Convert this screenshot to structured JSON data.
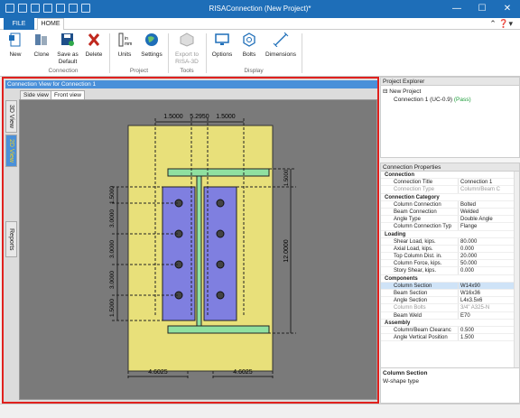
{
  "app": {
    "title": "RISAConnection (New Project)*"
  },
  "window_controls": {
    "minimize": "—",
    "maximize": "☐",
    "close": "✕"
  },
  "ribbon_tabs": {
    "file": "FILE",
    "home": "HOME"
  },
  "ribbon": {
    "new": "New",
    "clone": "Clone",
    "save_default_1": "Save as",
    "save_default_2": "Default",
    "delete": "Delete",
    "units": "Units",
    "settings": "Settings",
    "export_1": "Export to",
    "export_2": "RISA-3D",
    "options": "Options",
    "bolts": "Bolts",
    "dimensions": "Dimensions",
    "group_connection": "Connection",
    "group_project": "Project",
    "group_tools": "Tools",
    "group_display": "Display"
  },
  "view": {
    "title": "Connection View for Connection 1",
    "tab_side": "Side view",
    "tab_front": "Front view",
    "vtab_3d": "3D View",
    "vtab_2d": "2D View",
    "vtab_reports": "Reports",
    "dims": {
      "top_a": "1.5000",
      "top_b": "5.2950",
      "top_c": "1.5000",
      "left_1": "1.5000",
      "left_2": "3.0000",
      "left_3": "3.0000",
      "left_4": "3.0000",
      "left_5": "1.5000",
      "right_total": "12.0000",
      "right_top": "1.5000",
      "bottom_left": "4.6025",
      "bottom_right": "4.6025"
    }
  },
  "explorer": {
    "title": "Project Explorer",
    "root": "New Project",
    "item": "Connection 1 (UC-0.9)",
    "item_status": "(Pass)"
  },
  "properties": {
    "title": "Connection Properties",
    "rows": [
      {
        "type": "sec",
        "k": "Connection",
        "v": ""
      },
      {
        "type": "row",
        "k": "Connection Title",
        "v": "Connection 1"
      },
      {
        "type": "grey",
        "k": "Connection Type",
        "v": "Column/Beam C"
      },
      {
        "type": "sec",
        "k": "Connection Category",
        "v": ""
      },
      {
        "type": "row",
        "k": "Column Connection",
        "v": "Bolted"
      },
      {
        "type": "row",
        "k": "Beam Connection",
        "v": "Welded"
      },
      {
        "type": "row",
        "k": "Angle Type",
        "v": "Double Angle"
      },
      {
        "type": "row",
        "k": "Column Connection Typ",
        "v": "Flange"
      },
      {
        "type": "sec",
        "k": "Loading",
        "v": ""
      },
      {
        "type": "row",
        "k": "Shear Load, kips.",
        "v": "80.000"
      },
      {
        "type": "row",
        "k": "Axial Load, kips.",
        "v": "0.000"
      },
      {
        "type": "row",
        "k": "Top Column Dist. in.",
        "v": "20.000"
      },
      {
        "type": "row",
        "k": "Column Force, kips.",
        "v": "50.000"
      },
      {
        "type": "row",
        "k": "Story Shear, kips.",
        "v": "0.000"
      },
      {
        "type": "sec",
        "k": "Components",
        "v": ""
      },
      {
        "type": "sel",
        "k": "Column Section",
        "v": "W14x90"
      },
      {
        "type": "row",
        "k": "Beam Section",
        "v": "W16x36"
      },
      {
        "type": "row",
        "k": "Angle Section",
        "v": "L4x3.5x6"
      },
      {
        "type": "grey",
        "k": "Column Bolts",
        "v": "3/4\" A325-N"
      },
      {
        "type": "row",
        "k": "Beam Weld",
        "v": "E70"
      },
      {
        "type": "sec",
        "k": "Assembly",
        "v": ""
      },
      {
        "type": "row",
        "k": "Column/Beam Clearanc",
        "v": "0.500"
      },
      {
        "type": "row",
        "k": "Angle Vertical Position",
        "v": "1.500"
      }
    ]
  },
  "description": {
    "title": "Column Section",
    "text": "W-shape type"
  },
  "colors": {
    "accent": "#1e6eb8",
    "highlight": "#e0211e",
    "plate": "#e8e07a",
    "angle": "#7f7fe0",
    "beam": "#8fe0a0"
  }
}
